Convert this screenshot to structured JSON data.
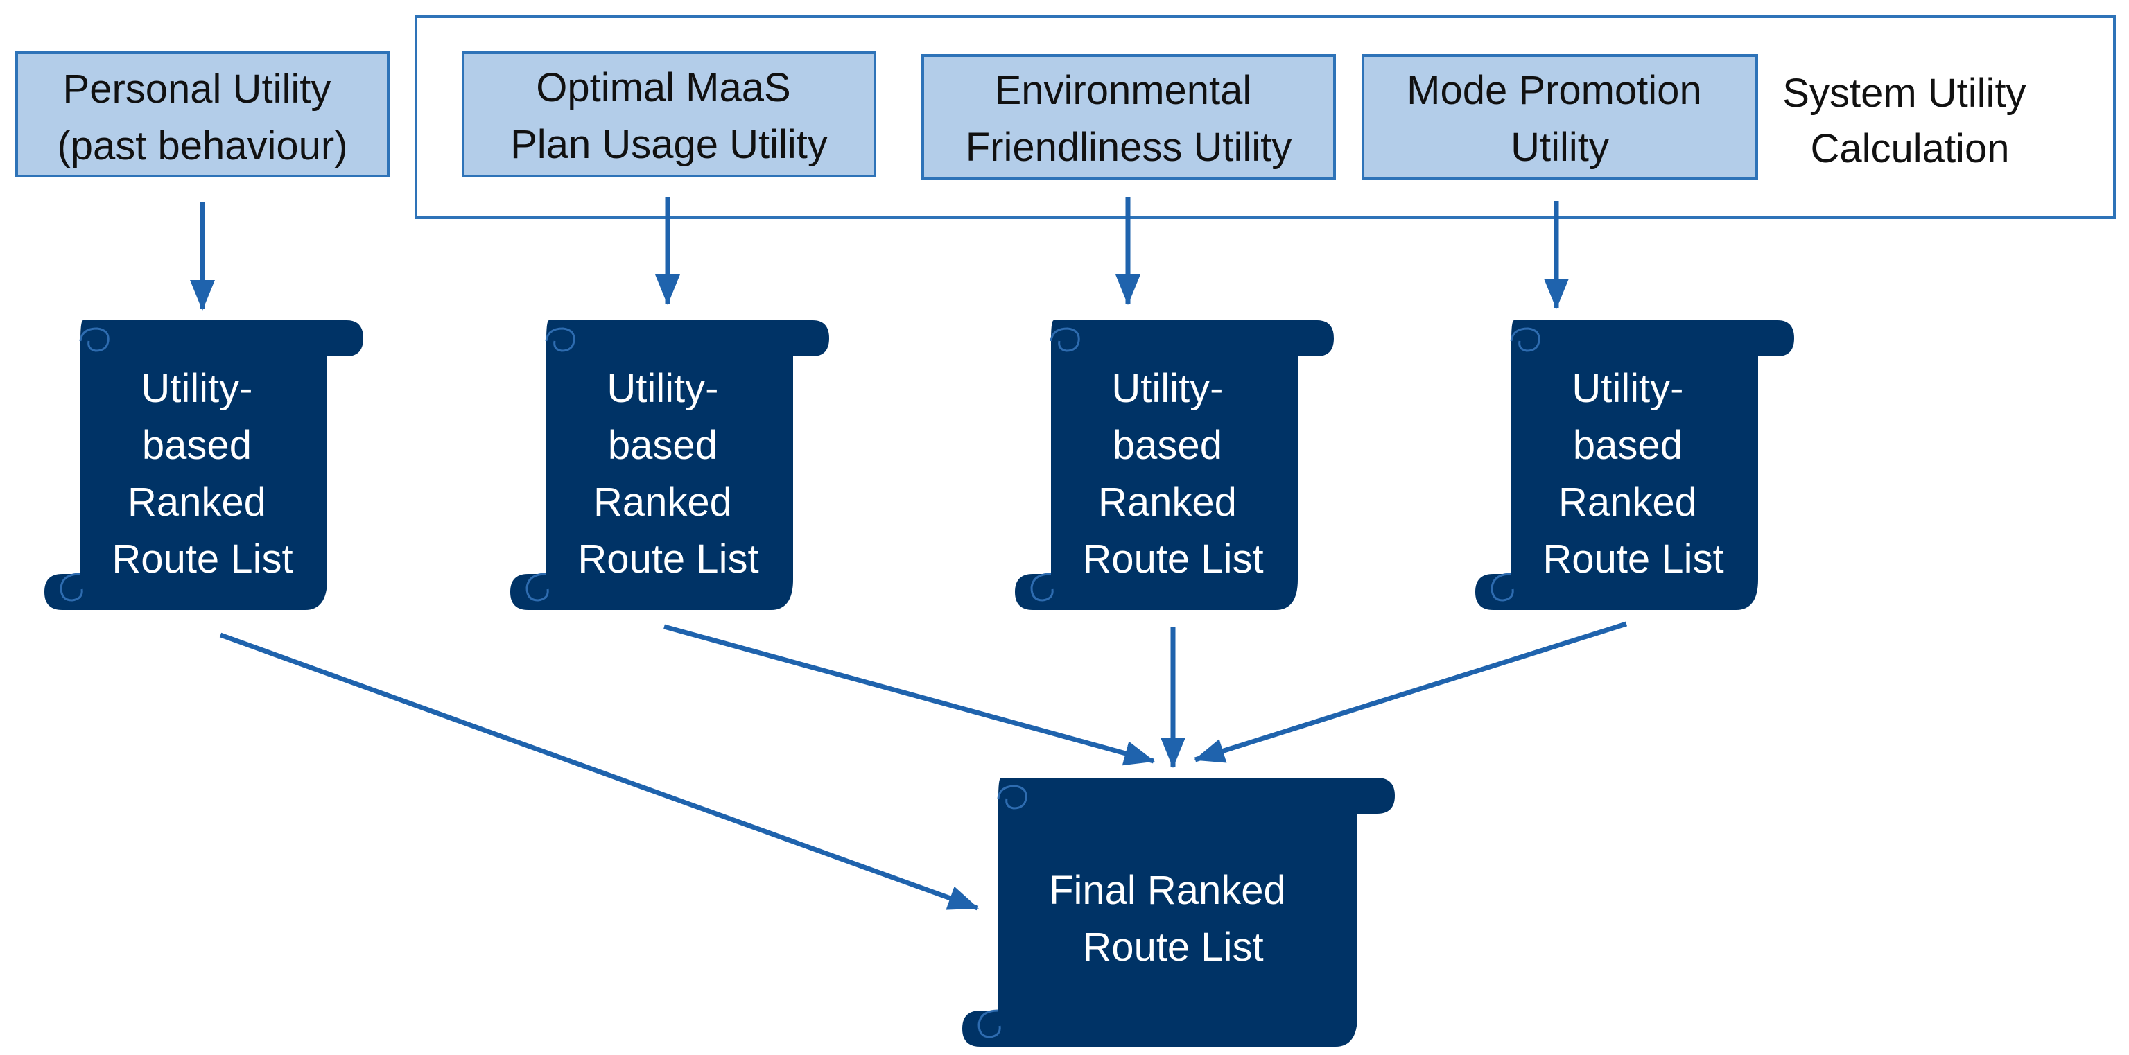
{
  "utility_sources": [
    {
      "lines": [
        "Personal Utility",
        "(past behaviour)"
      ]
    },
    {
      "lines": [
        "Optimal MaaS",
        "Plan Usage Utility"
      ]
    },
    {
      "lines": [
        "Environmental",
        "Friendliness Utility"
      ]
    },
    {
      "lines": [
        "Mode Promotion",
        "Utility"
      ]
    }
  ],
  "system_group": {
    "lines": [
      "System Utility",
      "Calculation"
    ]
  },
  "ranked_lists": [
    {
      "lines": [
        "Utility-",
        "based",
        "Ranked",
        "Route List"
      ]
    },
    {
      "lines": [
        "Utility-",
        "based",
        "Ranked",
        "Route List"
      ]
    },
    {
      "lines": [
        "Utility-",
        "based",
        "Ranked",
        "Route List"
      ]
    },
    {
      "lines": [
        "Utility-",
        "based",
        "Ranked",
        "Route List"
      ]
    }
  ],
  "final_list": {
    "lines": [
      "Final Ranked",
      "Route List"
    ]
  },
  "colors": {
    "box_fill": "#b3cde9",
    "box_border": "#2e73b8",
    "scroll_fill": "#003366",
    "arrow": "#1f63ad"
  }
}
